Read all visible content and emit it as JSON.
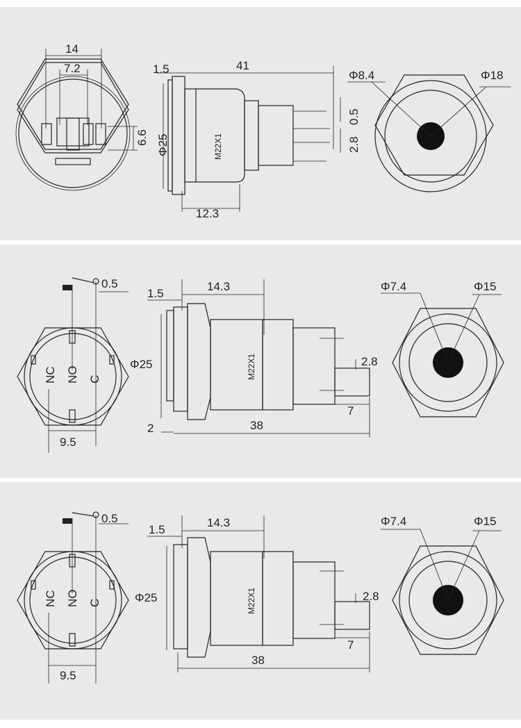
{
  "panel1": {
    "dim_14": "14",
    "dim_7_2": "7.2",
    "dim_6_6": "6.6",
    "dim_1_5": "1.5",
    "dim_41": "41",
    "dim_phi25": "Φ25",
    "thread": "M22X1",
    "dim_12_3": "12.3",
    "dim_0_5": "0.5",
    "dim_2_8": "2.8",
    "dim_phi8_4": "Φ8.4",
    "dim_phi18": "Φ18"
  },
  "panel2": {
    "dim_0_5": "0.5",
    "term_nc": "NC",
    "term_no": "NO",
    "term_c": "C",
    "dim_9_5": "9.5",
    "dim_1_5": "1.5",
    "dim_14_3": "14.3",
    "dim_phi25": "Φ25",
    "thread": "M22X1",
    "dim_2": "2",
    "dim_38": "38",
    "dim_2_8": "2.8",
    "dim_7": "7",
    "dim_phi7_4": "Φ7.4",
    "dim_phi15": "Φ15"
  },
  "panel3": {
    "dim_0_5": "0.5",
    "term_nc": "NC",
    "term_no": "NO",
    "term_c": "C",
    "dim_9_5": "9.5",
    "dim_1_5": "1.5",
    "dim_14_3": "14.3",
    "dim_phi25": "Φ25",
    "thread": "M22X1",
    "dim_38": "38",
    "dim_2_8": "2.8",
    "dim_7": "7",
    "dim_phi7_4": "Φ7.4",
    "dim_phi15": "Φ15"
  }
}
